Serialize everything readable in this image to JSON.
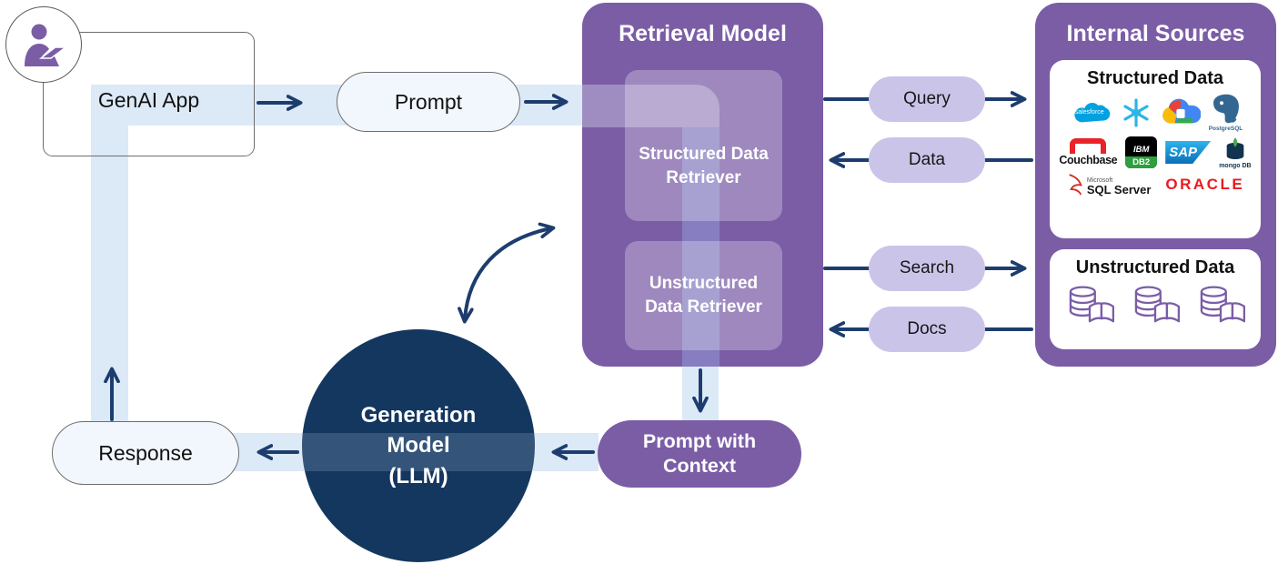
{
  "colors": {
    "purple": "#7b5da6",
    "lavender_pill": "#cbc4e9",
    "navy_arrow": "#1d3d6f",
    "navy_circle": "#14375f",
    "light_blue_band": "#dce9f7"
  },
  "genai_app": {
    "label": "GenAI App"
  },
  "prompt_pill": {
    "label": "Prompt"
  },
  "retrieval_model": {
    "title": "Retrieval Model",
    "structured_retriever": {
      "lines": [
        "Structured Data",
        "Retriever"
      ]
    },
    "unstructured_retriever": {
      "lines": [
        "Unstructured",
        "Data Retriever"
      ]
    }
  },
  "flows": {
    "query": "Query",
    "data": "Data",
    "search": "Search",
    "docs": "Docs"
  },
  "internal_sources": {
    "title": "Internal Sources",
    "structured": {
      "title": "Structured Data",
      "logos": [
        {
          "name": "salesforce",
          "label": "salesforce"
        },
        {
          "name": "snowflake",
          "label": ""
        },
        {
          "name": "google-cloud",
          "label": ""
        },
        {
          "name": "postgresql",
          "label": "PostgreSQL"
        },
        {
          "name": "couchbase",
          "label": "Couchbase"
        },
        {
          "name": "ibm-db2",
          "line1": "IBM",
          "line2": "DB2"
        },
        {
          "name": "sap",
          "label": "SAP"
        },
        {
          "name": "mongodb",
          "label": "mongo DB"
        },
        {
          "name": "sql-server",
          "line1": "Microsoft",
          "line2": "SQL Server"
        },
        {
          "name": "oracle",
          "label": "ORACLE"
        }
      ]
    },
    "unstructured": {
      "title": "Unstructured Data",
      "icon": "database-book-icon",
      "icon_count": 3
    }
  },
  "prompt_with_context": {
    "lines": [
      "Prompt with",
      "Context"
    ]
  },
  "generation_model": {
    "lines": [
      "Generation",
      "Model",
      "(LLM)"
    ]
  },
  "response_pill": {
    "label": "Response"
  }
}
